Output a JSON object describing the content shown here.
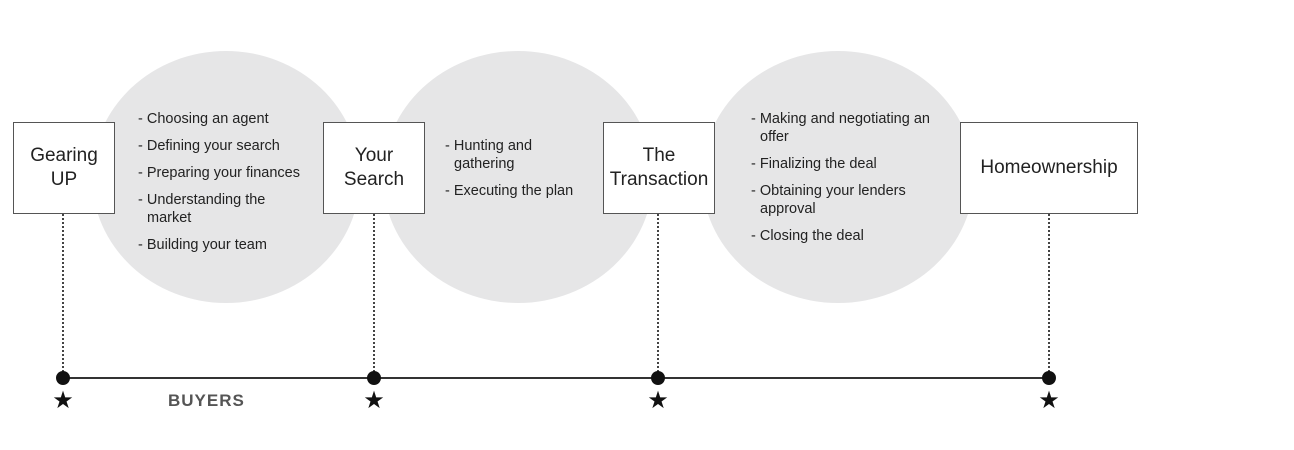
{
  "colors": {
    "ellipse_fill": "#e6e6e7",
    "box_border": "#555555",
    "timeline": "#333333",
    "label_grey": "#555555"
  },
  "stages": [
    {
      "label": "Gearing\nUP"
    },
    {
      "label": "Your\nSearch"
    },
    {
      "label": "The\nTransaction"
    },
    {
      "label": "Homeownership"
    }
  ],
  "phases": [
    {
      "items": [
        "- Choosing an agent",
        "- Defining your search",
        "- Preparing your finances",
        "- Understanding the market",
        "- Building your team"
      ]
    },
    {
      "items": [
        "- Hunting and gathering",
        "- Executing the plan"
      ]
    },
    {
      "items": [
        "- Making and negotiating an offer",
        "- Finalizing the deal",
        "- Obtaining your lenders approval",
        "- Closing the deal"
      ]
    }
  ],
  "timeline": {
    "label": "BUYERS",
    "marker_icon": "star-icon",
    "marker_glyph": "★"
  }
}
